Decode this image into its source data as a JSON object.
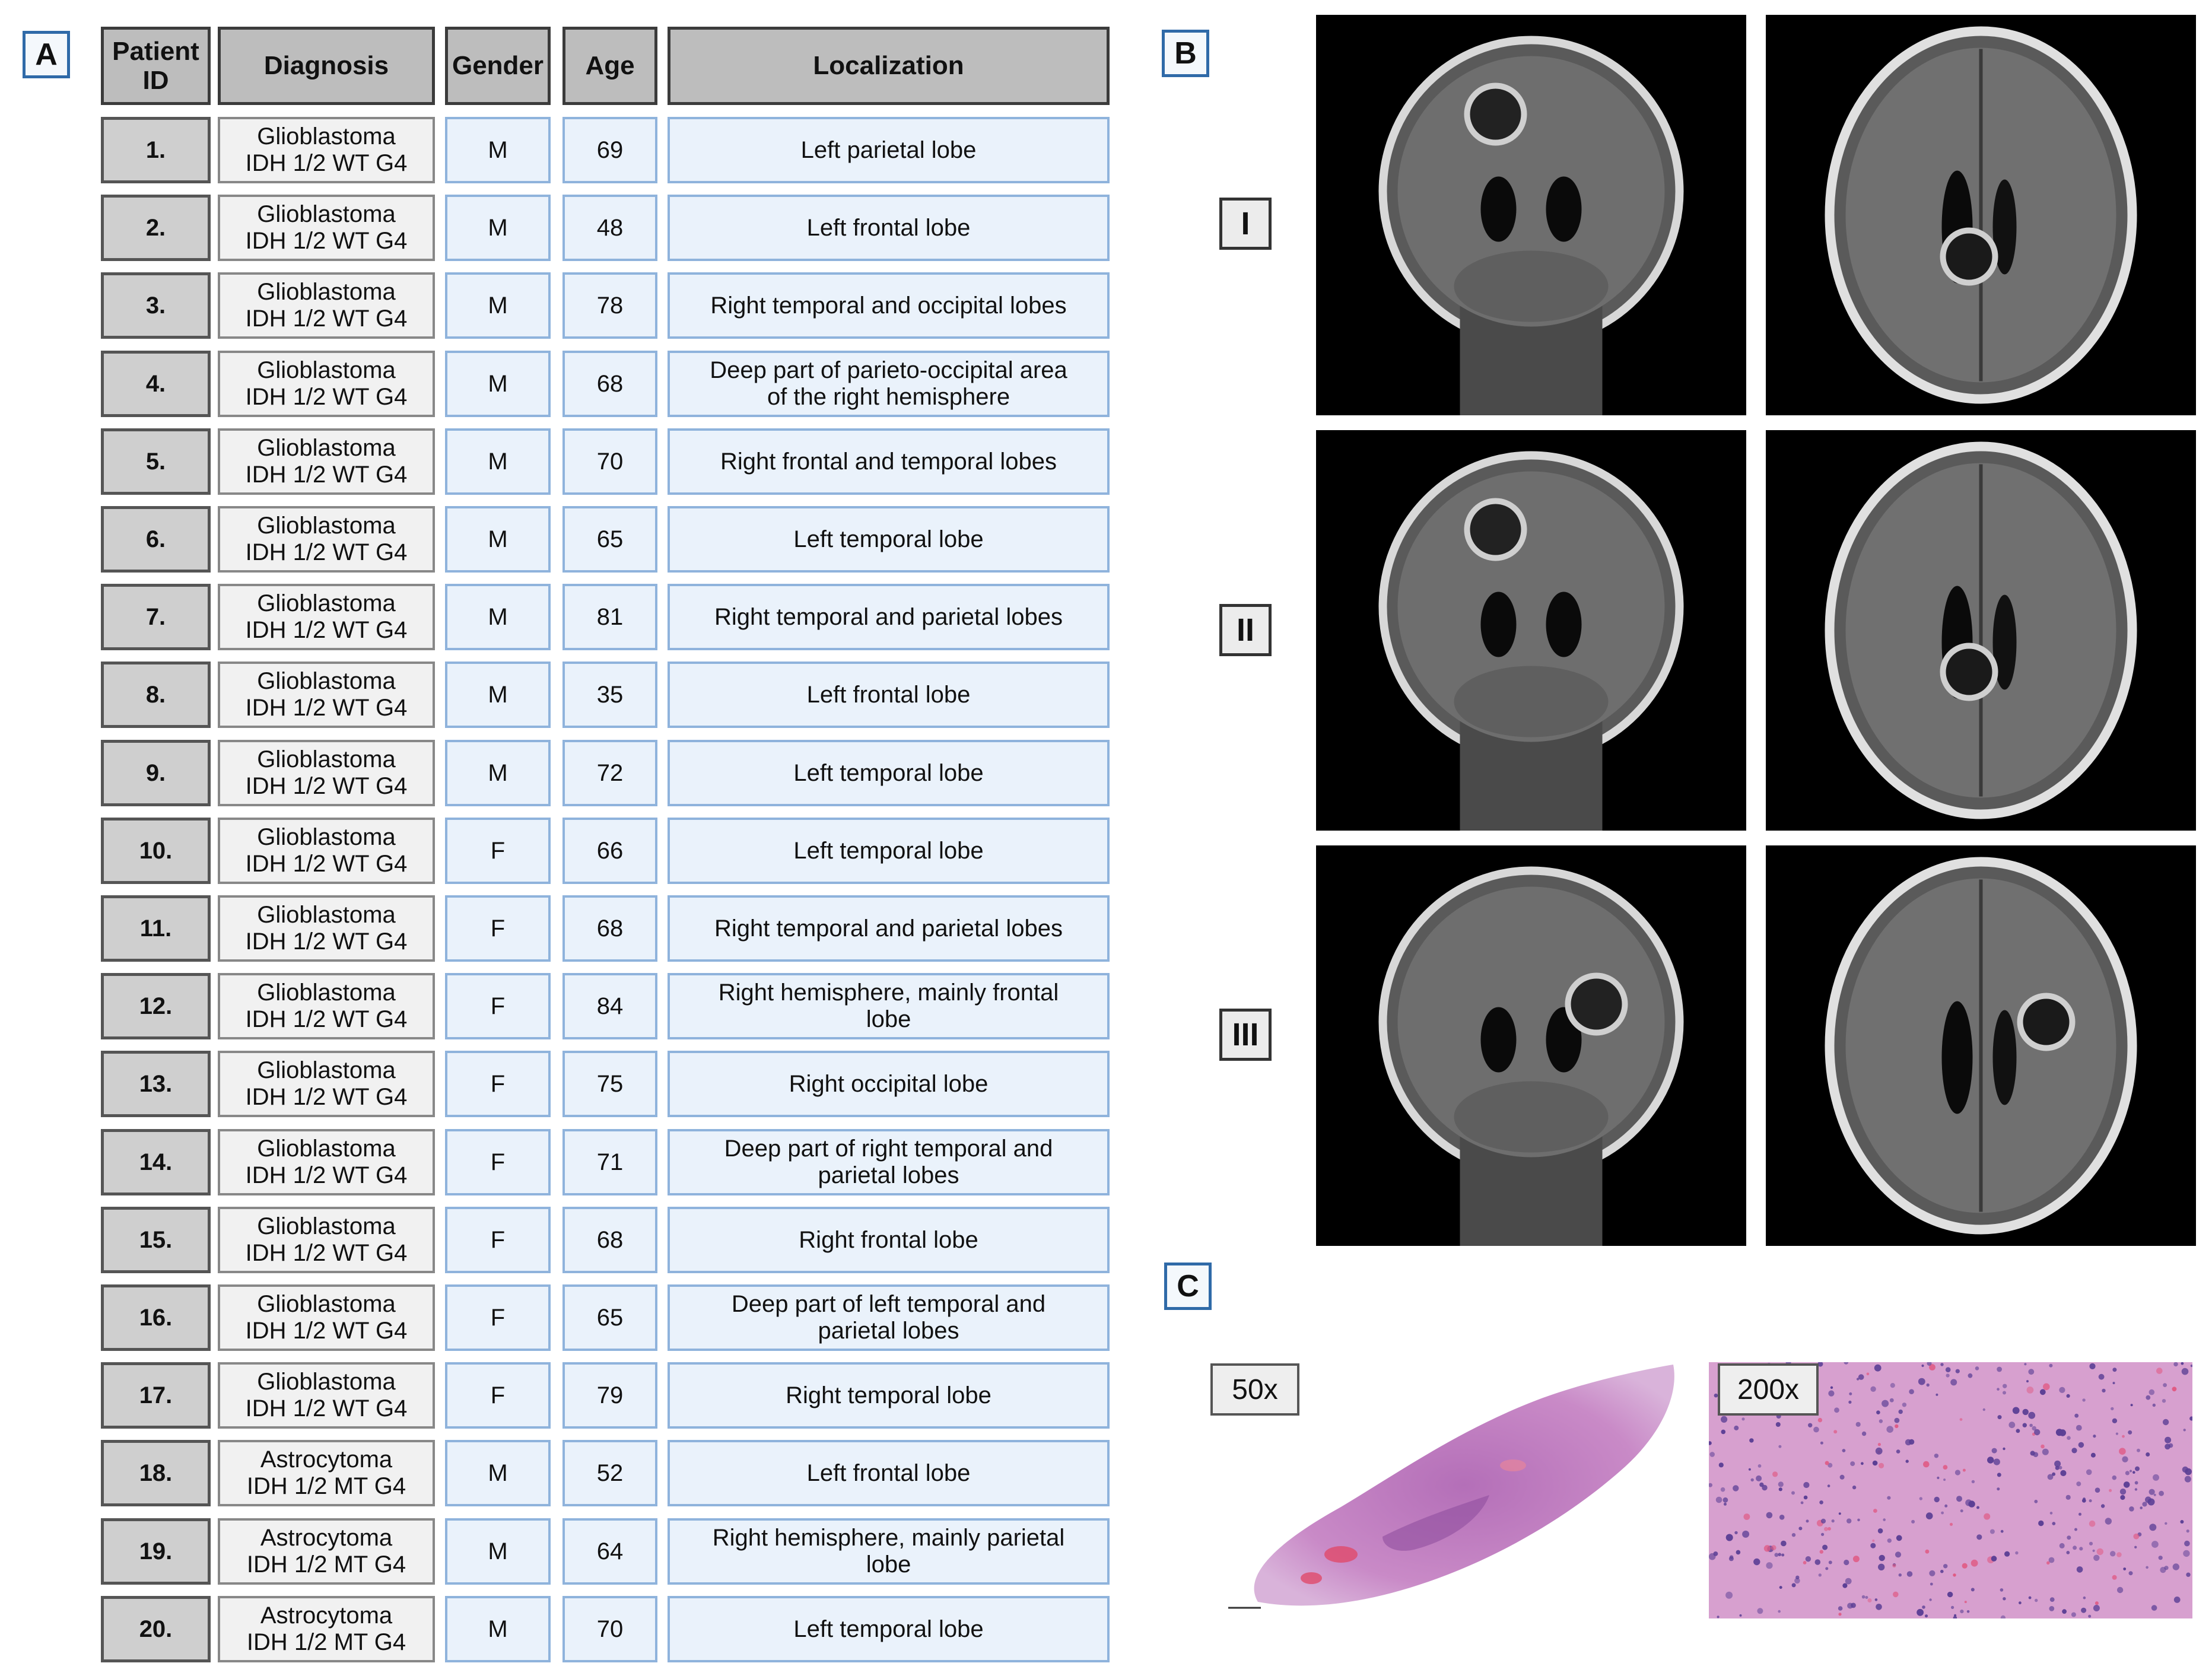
{
  "panel_labels": {
    "a": "A",
    "b": "B",
    "c": "C"
  },
  "table": {
    "headers": [
      "Patient\nID",
      "Diagnosis",
      "Gender",
      "Age",
      "Localization"
    ],
    "rows": [
      {
        "id": "1.",
        "diagnosis": "Glioblastoma\nIDH 1/2 WT G4",
        "gender": "M",
        "age": "69",
        "localization": "Left parietal lobe"
      },
      {
        "id": "2.",
        "diagnosis": "Glioblastoma\nIDH 1/2 WT G4",
        "gender": "M",
        "age": "48",
        "localization": "Left frontal lobe"
      },
      {
        "id": "3.",
        "diagnosis": "Glioblastoma\nIDH 1/2 WT G4",
        "gender": "M",
        "age": "78",
        "localization": "Right temporal and occipital lobes"
      },
      {
        "id": "4.",
        "diagnosis": "Glioblastoma\nIDH 1/2 WT G4",
        "gender": "M",
        "age": "68",
        "localization": "Deep part of parieto-occipital area\nof the right hemisphere"
      },
      {
        "id": "5.",
        "diagnosis": "Glioblastoma\nIDH 1/2 WT G4",
        "gender": "M",
        "age": "70",
        "localization": "Right frontal and temporal lobes"
      },
      {
        "id": "6.",
        "diagnosis": "Glioblastoma\nIDH 1/2 WT G4",
        "gender": "M",
        "age": "65",
        "localization": "Left temporal lobe"
      },
      {
        "id": "7.",
        "diagnosis": "Glioblastoma\nIDH 1/2 WT G4",
        "gender": "M",
        "age": "81",
        "localization": "Right temporal and parietal lobes"
      },
      {
        "id": "8.",
        "diagnosis": "Glioblastoma\nIDH 1/2 WT G4",
        "gender": "M",
        "age": "35",
        "localization": "Left frontal lobe"
      },
      {
        "id": "9.",
        "diagnosis": "Glioblastoma\nIDH 1/2 WT G4",
        "gender": "M",
        "age": "72",
        "localization": "Left temporal lobe"
      },
      {
        "id": "10.",
        "diagnosis": "Glioblastoma\nIDH 1/2 WT G4",
        "gender": "F",
        "age": "66",
        "localization": "Left temporal lobe"
      },
      {
        "id": "11.",
        "diagnosis": "Glioblastoma\nIDH 1/2 WT G4",
        "gender": "F",
        "age": "68",
        "localization": "Right temporal and parietal lobes"
      },
      {
        "id": "12.",
        "diagnosis": "Glioblastoma\nIDH 1/2 WT G4",
        "gender": "F",
        "age": "84",
        "localization": "Right hemisphere, mainly frontal\nlobe"
      },
      {
        "id": "13.",
        "diagnosis": "Glioblastoma\nIDH 1/2 WT G4",
        "gender": "F",
        "age": "75",
        "localization": "Right occipital lobe"
      },
      {
        "id": "14.",
        "diagnosis": "Glioblastoma\nIDH 1/2 WT G4",
        "gender": "F",
        "age": "71",
        "localization": "Deep part of right temporal and\nparietal lobes"
      },
      {
        "id": "15.",
        "diagnosis": "Glioblastoma\nIDH 1/2 WT G4",
        "gender": "F",
        "age": "68",
        "localization": "Right frontal lobe"
      },
      {
        "id": "16.",
        "diagnosis": "Glioblastoma\nIDH 1/2 WT G4",
        "gender": "F",
        "age": "65",
        "localization": "Deep part of left temporal and\nparietal lobes"
      },
      {
        "id": "17.",
        "diagnosis": "Glioblastoma\nIDH 1/2 WT G4",
        "gender": "F",
        "age": "79",
        "localization": "Right temporal lobe"
      },
      {
        "id": "18.",
        "diagnosis": "Astrocytoma\nIDH 1/2 MT G4",
        "gender": "M",
        "age": "52",
        "localization": "Left frontal lobe"
      },
      {
        "id": "19.",
        "diagnosis": "Astrocytoma\nIDH 1/2 MT G4",
        "gender": "M",
        "age": "64",
        "localization": "Right hemisphere, mainly parietal\nlobe"
      },
      {
        "id": "20.",
        "diagnosis": "Astrocytoma\nIDH 1/2 MT G4",
        "gender": "M",
        "age": "70",
        "localization": "Left temporal lobe"
      }
    ]
  },
  "mri_rows": [
    "I",
    "II",
    "III"
  ],
  "histology": {
    "low_mag": "50x",
    "high_mag": "200x"
  },
  "colors": {
    "label_border": "#2f6aa8",
    "cell_blue": "#eaf2fb",
    "cell_blue_border": "#8fb3dc",
    "header_gray": "#bdbdbd",
    "he_pink": "#d98bbf",
    "he_purple": "#9a5aa6"
  }
}
